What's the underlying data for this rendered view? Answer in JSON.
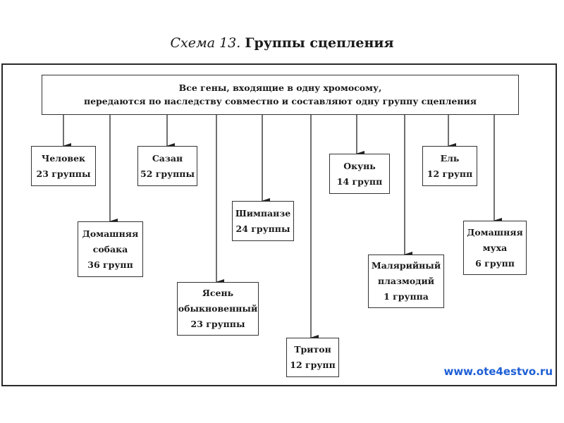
{
  "title": {
    "prefix": "Схема 13.",
    "main": "Группы сцепления"
  },
  "root": {
    "line1": "Все гены, входящие в одну хромосому,",
    "line2": "передаются по наследству совместно и составляют одну группу сцепления"
  },
  "nodes": [
    {
      "id": "human",
      "lines": [
        "Человек",
        "23 группы"
      ]
    },
    {
      "id": "dog",
      "lines": [
        "Домашняя",
        "собака",
        "36 групп"
      ]
    },
    {
      "id": "carp",
      "lines": [
        "Сазан",
        "52 группы"
      ]
    },
    {
      "id": "ash",
      "lines": [
        "Ясень",
        "обыкновенный",
        "23 группы"
      ]
    },
    {
      "id": "chimp",
      "lines": [
        "Шимпанзе",
        "24 группы"
      ]
    },
    {
      "id": "newt",
      "lines": [
        "Тритон",
        "12 групп"
      ]
    },
    {
      "id": "perch",
      "lines": [
        "Окунь",
        "14 групп"
      ]
    },
    {
      "id": "plasmodium",
      "lines": [
        "Малярийный",
        "плазмодий",
        "1 группа"
      ]
    },
    {
      "id": "spruce",
      "lines": [
        "Ель",
        "12 групп"
      ]
    },
    {
      "id": "fly",
      "lines": [
        "Домашняя",
        "муха",
        "6 групп"
      ]
    }
  ],
  "watermark": "www.ote4estvo.ru"
}
